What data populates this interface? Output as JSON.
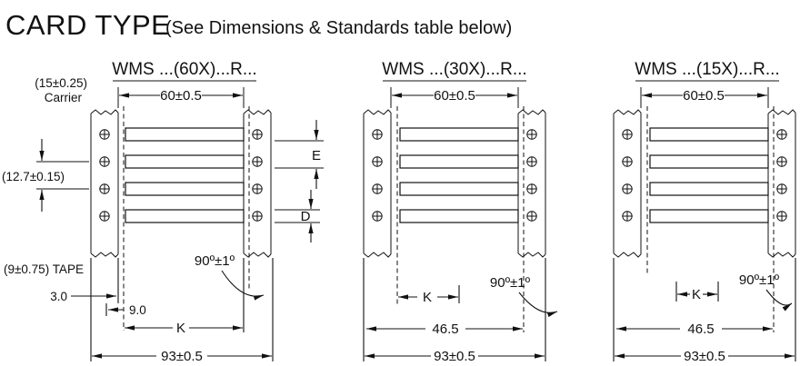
{
  "header": {
    "title": "CARD TYPE",
    "subtitle": "(See Dimensions &amp; Standards table below)"
  },
  "diagrams": [
    {
      "label": "WMS ...(60X)...R...",
      "top_dim": "60±0.5",
      "carrier_dim": "(15±0.25)",
      "carrier_word": "Carrier",
      "pitch_dim": "(12.7±0.15)",
      "e_label": "E",
      "d_label": "D",
      "tape_label": "(9±0.75) TAPE",
      "dim_3": "3.0",
      "dim_9": "9.0",
      "k_label": "K",
      "angle_label": "90º±1º",
      "bottom_dim": "93±0.5"
    },
    {
      "label": "WMS ...(30X)...R...",
      "top_dim": "60±0.5",
      "k_label": "K",
      "angle_label": "90º±1º",
      "mid_dim": "46.5",
      "bottom_dim": "93±0.5"
    },
    {
      "label": "WMS ...(15X)...R...",
      "top_dim": "60±0.5",
      "k_label": "K",
      "angle_label": "90º±1º",
      "mid_dim": "46.5",
      "bottom_dim": "93±0.5"
    }
  ]
}
